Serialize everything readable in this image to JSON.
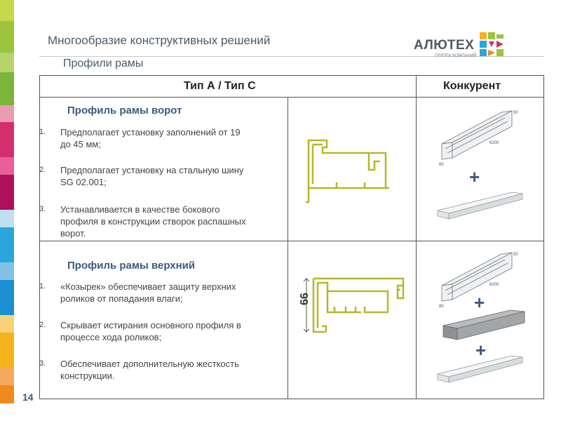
{
  "header": {
    "title": "Многообразие конструктивных решений",
    "subtitle": "Профили рамы"
  },
  "logo": {
    "name": "АЛЮТЕХ",
    "tagline": "ГРУППА КОМПАНИЙ",
    "mark_icon": "alutech-logo-icon"
  },
  "table": {
    "col_type": "Тип А / Тип С",
    "col_competitor": "Конкурент",
    "rows": [
      {
        "section_title": "Профиль рамы ворот",
        "items": [
          {
            "num": "1.",
            "text1": "Предполагает установку заполнений от 19",
            "text2": "до 45 мм;"
          },
          {
            "num": "2.",
            "text1": "Предполагает установку на стальную шину",
            "text2": "SG 02.001;"
          },
          {
            "num": "3.",
            "text1": "Устанавливается в качестве бокового",
            "text2": "профиля в конструкции створок распашных",
            "text3": "ворот."
          }
        ],
        "competitor_dims": {
          "height": "50",
          "length": "6200",
          "width": "80"
        },
        "plus": "+"
      },
      {
        "section_title": "Профиль рамы верхний",
        "items": [
          {
            "num": "1.",
            "text1": "«Козырек» обеспечивает защиту верхних",
            "text2": "роликов от попадания влаги;"
          },
          {
            "num": "2.",
            "text1": "Скрывает истирания основного профиля в",
            "text2": "процессе хода роликов;"
          },
          {
            "num": "3.",
            "text1": "Обеспечивает дополнительную жесткость",
            "text2": "конструкции."
          }
        ],
        "profile_dim": "66",
        "competitor_dims": {
          "height": "50",
          "length": "6200",
          "width": "80"
        },
        "plus1": "+",
        "plus2": "+"
      }
    ]
  },
  "page_number": "14",
  "colors": {
    "accent": "#3d5a80",
    "profile_line": "#b5b82a",
    "stripe": [
      "#9dc43b",
      "#c3d94a",
      "#8bbd3a",
      "#e89ab0",
      "#d4306f",
      "#b5105a",
      "#e24a8c",
      "#89c6e8",
      "#2aa6dc",
      "#1c8fcf",
      "#f6b21c",
      "#f7c94b",
      "#f08a1d",
      "#f4a95c"
    ]
  }
}
